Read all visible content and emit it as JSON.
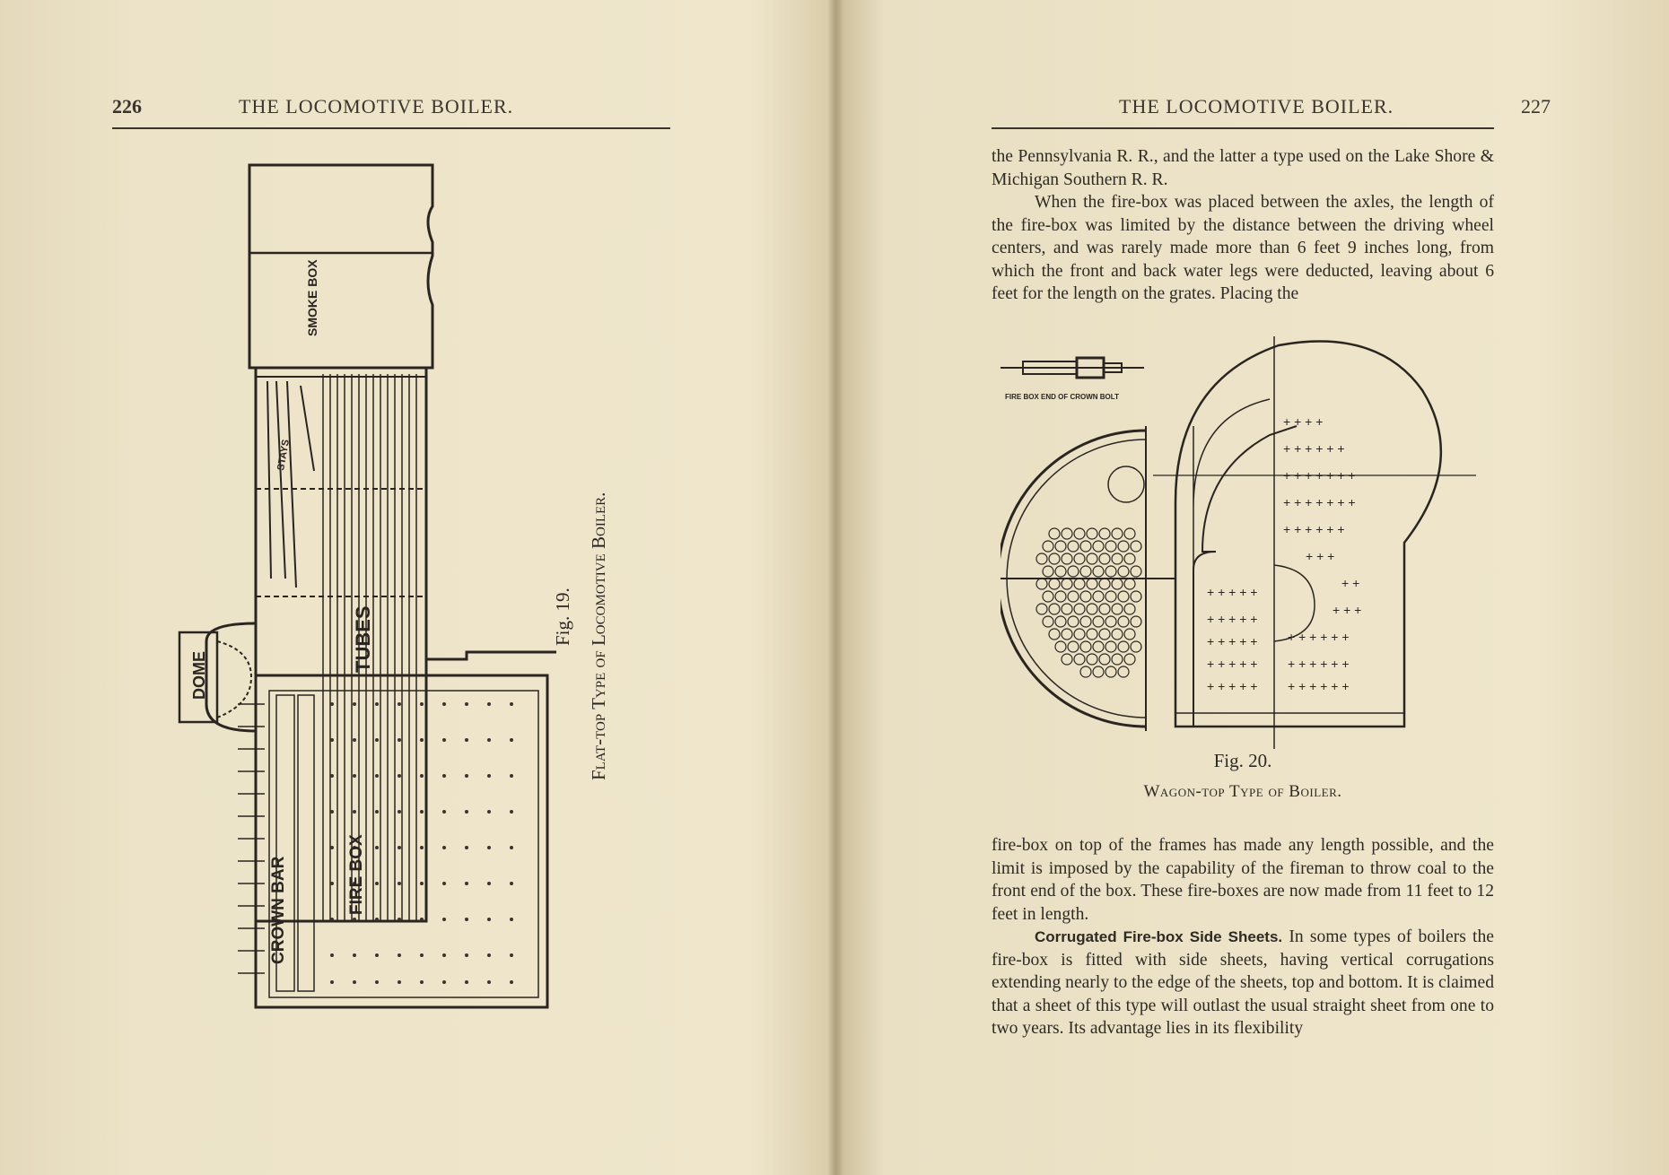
{
  "left_page": {
    "page_number": "226",
    "running_head": "THE LOCOMOTIVE BOILER.",
    "figure": {
      "labels": {
        "smoke_box": "SMOKE BOX",
        "stays": "STAYS",
        "tubes": "TUBES",
        "dome": "DOME",
        "crown_bar": "CROWN BAR",
        "fire_box": "FIRE BOX"
      },
      "number": "Fig. 19.",
      "caption": "Flat-top Type of Locomotive Boiler."
    }
  },
  "right_page": {
    "page_number": "227",
    "running_head": "THE LOCOMOTIVE BOILER.",
    "paragraphs_top": [
      "the Pennsylvania R. R., and the latter a type used on the Lake Shore & Michigan Southern R. R.",
      "When the fire-box was placed between the axles, the length of the fire-box was limited by the distance between the driving wheel centers, and was rarely made more than 6 feet 9 inches long, from which the front and back water legs were deducted, leaving about 6 feet for the length on the grates. Placing the"
    ],
    "figure": {
      "bolt_label": "FIRE BOX END OF CROWN BOLT",
      "number": "Fig. 20.",
      "caption": "Wagon-top Type of Boiler."
    },
    "paragraph_bottom": "fire-box on top of the frames has made any length possible, and the limit is imposed by the capability of the fireman to throw coal to the front end of the box. These fire-boxes are now made from 11 feet to 12 feet in length.",
    "section_heading": "Corrugated Fire-box Side Sheets.",
    "section_text": "In some types of boilers the fire-box is fitted with side sheets, having vertical corrugations extending nearly to the edge of the sheets, top and bottom. It is claimed that a sheet of this type will outlast the usual straight sheet from one to two years. Its advantage lies in its flexibility"
  },
  "colors": {
    "paper": "#efe6cc",
    "ink": "#2e2a24"
  }
}
